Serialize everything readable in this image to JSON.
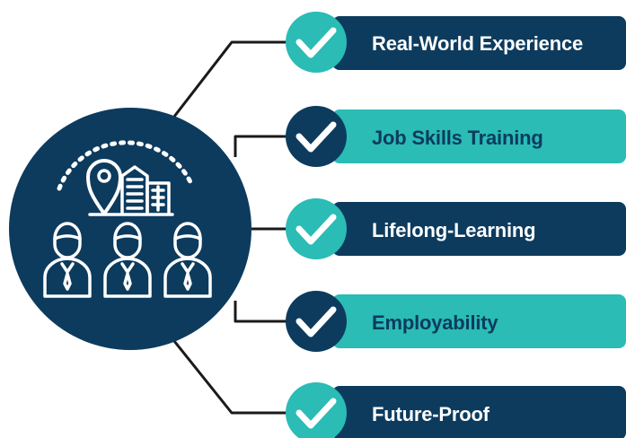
{
  "colors": {
    "navy": "#0c3b5e",
    "teal": "#2abcb5",
    "connector": "#1a1a1a",
    "background": "#ffffff",
    "icon_stroke": "#ffffff"
  },
  "hub": {
    "icon": "location-pin-building-people-icon"
  },
  "items": [
    {
      "label": "Real-World Experience",
      "bar_color": "navy",
      "label_color": "#ffffff",
      "badge_color": "teal",
      "icon": "check-icon"
    },
    {
      "label": "Job Skills Training",
      "bar_color": "teal",
      "label_color": "#0c3b5e",
      "badge_color": "navy",
      "icon": "check-icon"
    },
    {
      "label": "Lifelong-Learning",
      "bar_color": "navy",
      "label_color": "#ffffff",
      "badge_color": "teal",
      "icon": "check-icon"
    },
    {
      "label": "Employability",
      "bar_color": "teal",
      "label_color": "#0c3b5e",
      "badge_color": "navy",
      "icon": "check-icon"
    },
    {
      "label": "Future-Proof",
      "bar_color": "navy",
      "label_color": "#ffffff",
      "badge_color": "teal",
      "icon": "check-icon"
    }
  ]
}
